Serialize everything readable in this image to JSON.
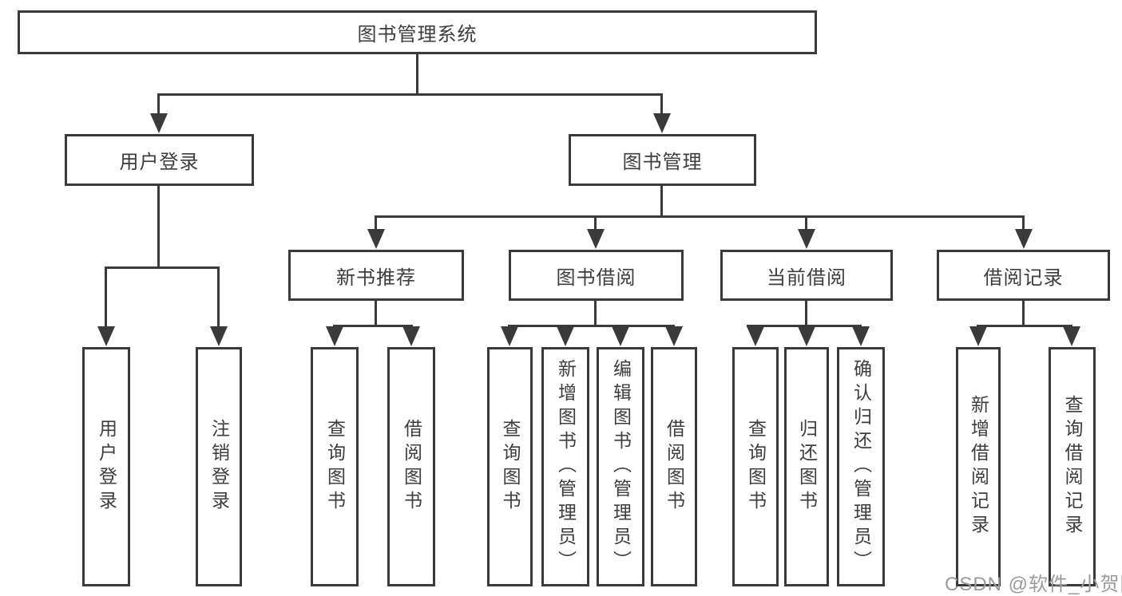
{
  "tree": {
    "label": "图书管理系统",
    "children": [
      {
        "label": "用户登录",
        "children": [
          {
            "label": "用户登录"
          },
          {
            "label": "注销登录"
          }
        ]
      },
      {
        "label": "图书管理",
        "children": [
          {
            "label": "新书推荐",
            "children": [
              {
                "label": "查询图书"
              },
              {
                "label": "借阅图书"
              }
            ]
          },
          {
            "label": "图书借阅",
            "children": [
              {
                "label": "查询图书"
              },
              {
                "label": "新增图书（管理员）"
              },
              {
                "label": "编辑图书（管理员）"
              },
              {
                "label": "借阅图书"
              }
            ]
          },
          {
            "label": "当前借阅",
            "children": [
              {
                "label": "查询图书"
              },
              {
                "label": "归还图书"
              },
              {
                "label": "确认归还（管理员）"
              }
            ]
          },
          {
            "label": "借阅记录",
            "children": [
              {
                "label": "新增借阅记录"
              },
              {
                "label": "查询借阅记录"
              }
            ]
          }
        ]
      }
    ]
  },
  "watermark": {
    "text": "CSDN @软件_小贺同学"
  },
  "colors": {
    "line": "#3a3a3a",
    "text": "#3d3d3d",
    "watermark": "#9b9b9b",
    "background": "#ffffff"
  }
}
